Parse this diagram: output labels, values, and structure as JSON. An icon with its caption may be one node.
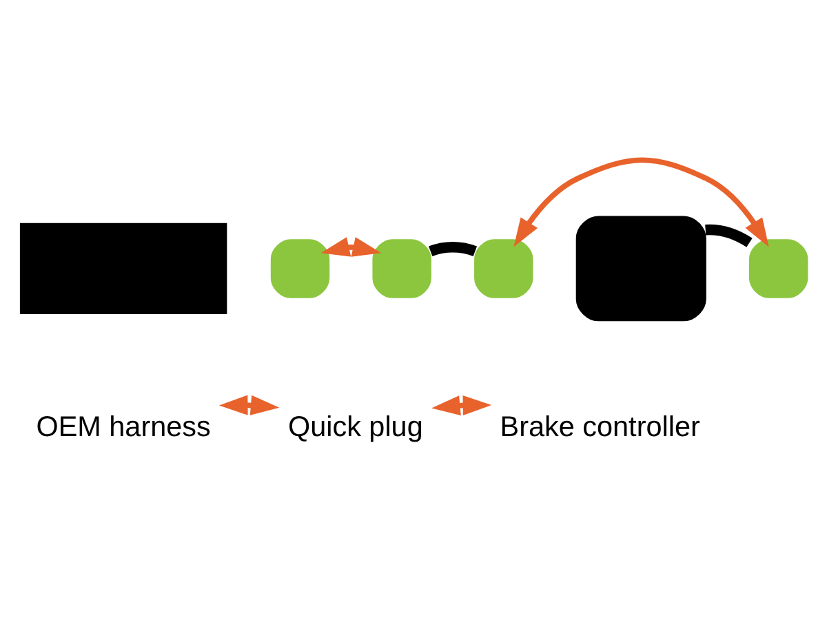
{
  "diagram": {
    "nodes": [
      {
        "text": [],
        "shape": "truck"
      },
      {
        "text": [],
        "shape": "box"
      },
      {
        "text": [],
        "shape": "box"
      },
      {
        "text": [],
        "shape": "box"
      },
      {
        "text": [],
        "shape": "box"
      },
      {
        "text": [],
        "shape": "box"
      },
      {
        "text": [
          "OEM harness"
        ]
      },
      {
        "text": [
          "Quick plug"
        ]
      },
      {
        "text": [
          "Brake controller"
        ]
      }
    ],
    "edges": [
      {
        "from": 1,
        "to": 2,
        "arrow": "both"
      },
      {
        "from": 2,
        "to": 3,
        "arrow": "none",
        "style": "thick",
        "color": "#000000"
      },
      {
        "from": 3,
        "to": 5,
        "arrow": "both"
      },
      {
        "from": 4,
        "to": 5,
        "arrow": "none",
        "style": "thick",
        "color": "#000000"
      },
      {
        "from": 6,
        "to": 7,
        "arrow": "both"
      },
      {
        "from": 7,
        "to": 8,
        "arrow": "both"
      }
    ]
  }
}
